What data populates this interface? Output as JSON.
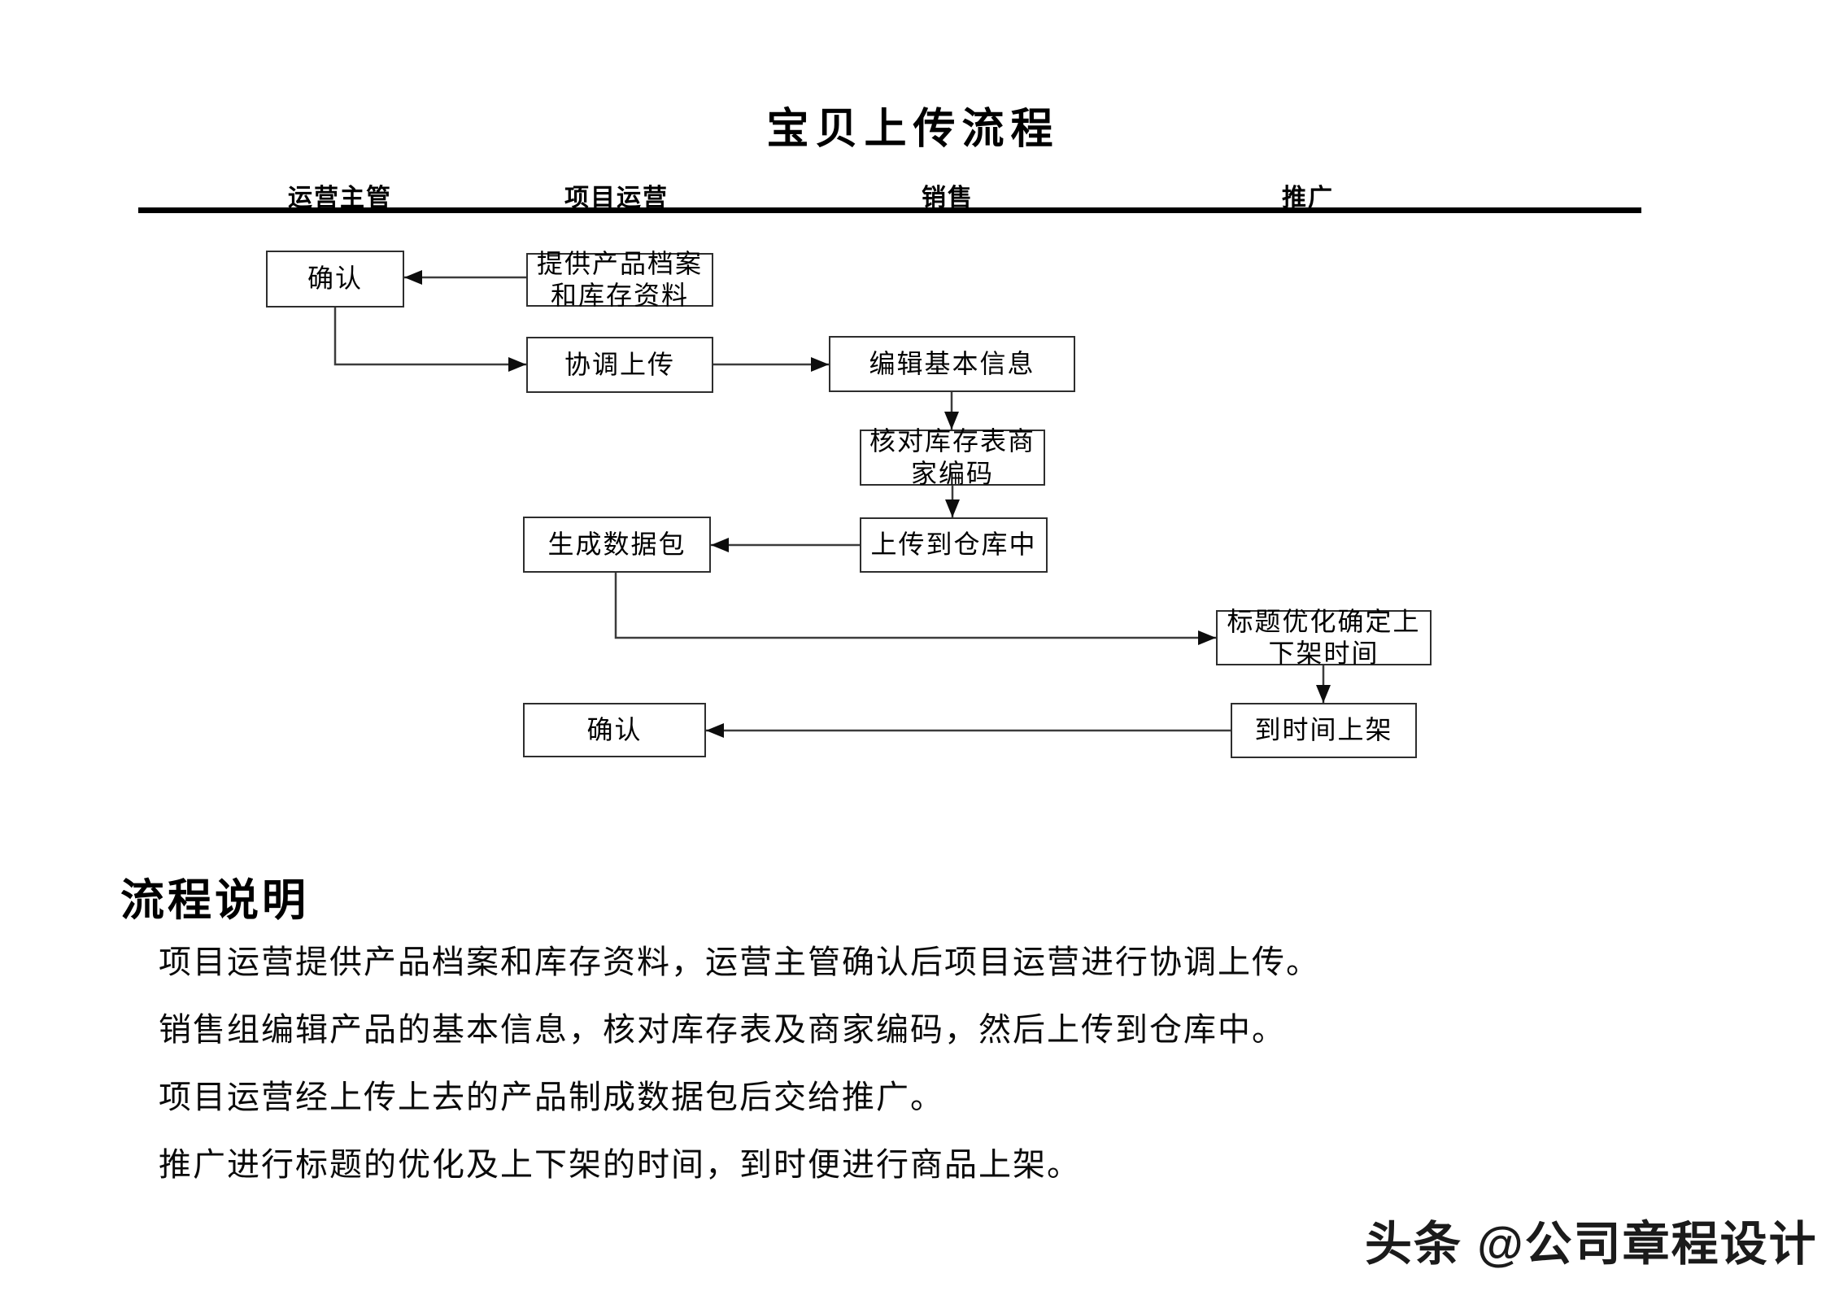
{
  "title": "宝贝上传流程",
  "lanes": [
    {
      "label": "运营主管"
    },
    {
      "label": "项目运营"
    },
    {
      "label": "销售"
    },
    {
      "label": "推广"
    }
  ],
  "nodes": {
    "confirm1": {
      "label": "确认",
      "lane": "运营主管"
    },
    "provide": {
      "label": "提供产品档案和库存资料",
      "lane": "项目运营"
    },
    "coordinate": {
      "label": "协调上传",
      "lane": "项目运营"
    },
    "edit": {
      "label": "编辑基本信息",
      "lane": "销售"
    },
    "check": {
      "label": "核对库存表商家编码",
      "lane": "销售"
    },
    "upload": {
      "label": "上传到仓库中",
      "lane": "销售"
    },
    "generate": {
      "label": "生成数据包",
      "lane": "项目运营"
    },
    "title_opt": {
      "label": "标题优化确定上下架时间",
      "lane": "推广"
    },
    "shelf": {
      "label": "到时间上架",
      "lane": "推广"
    },
    "confirm2": {
      "label": "确认",
      "lane": "项目运营"
    }
  },
  "edges": [
    {
      "from": "provide",
      "to": "confirm1"
    },
    {
      "from": "confirm1",
      "to": "coordinate"
    },
    {
      "from": "coordinate",
      "to": "edit"
    },
    {
      "from": "edit",
      "to": "check"
    },
    {
      "from": "check",
      "to": "upload"
    },
    {
      "from": "upload",
      "to": "generate"
    },
    {
      "from": "generate",
      "to": "title_opt"
    },
    {
      "from": "title_opt",
      "to": "shelf"
    },
    {
      "from": "shelf",
      "to": "confirm2"
    }
  ],
  "description": {
    "heading": "流程说明",
    "lines": [
      "项目运营提供产品档案和库存资料，运营主管确认后项目运营进行协调上传。",
      "销售组编辑产品的基本信息，核对库存表及商家编码，然后上传到仓库中。",
      "项目运营经上传上去的产品制成数据包后交给推广。",
      "推广进行标题的优化及上下架的时间，到时便进行商品上架。"
    ]
  },
  "watermark": "头条 @公司章程设计",
  "colors": {
    "connector": "#3c3c3c",
    "arrowhead": "#0d0d0d",
    "border": "#2e2e2e",
    "rule": "#000000"
  }
}
